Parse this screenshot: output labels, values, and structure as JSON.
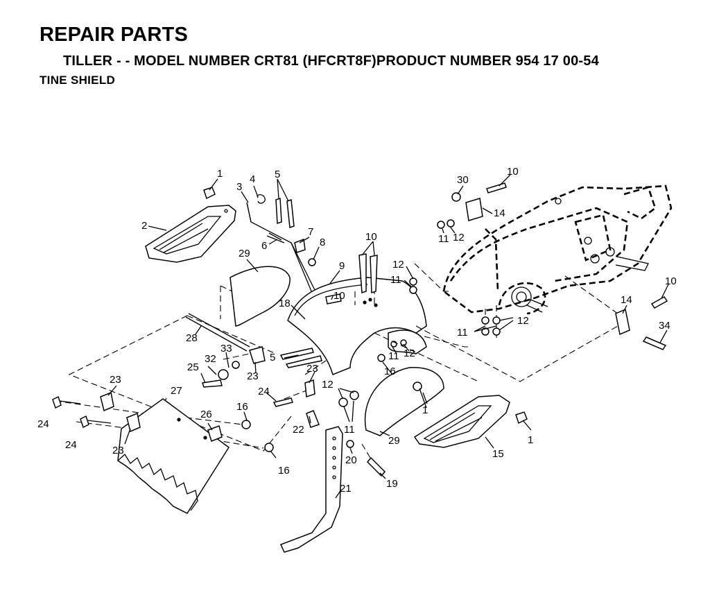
{
  "header": {
    "title": "REPAIR PARTS",
    "subtitle": "TILLER - - MODEL NUMBER CRT81 (HFCRT8F)PRODUCT NUMBER 954 17 00-54",
    "section": "TINE SHIELD"
  },
  "callouts": {
    "c1a": "1",
    "c1b": "1",
    "c1c": "1",
    "c2": "2",
    "c3": "3",
    "c4": "4",
    "c5a": "5",
    "c5b": "5",
    "c6": "6",
    "c7": "7",
    "c8": "8",
    "c9": "9",
    "c10a": "10",
    "c10b": "10",
    "c10c": "10",
    "c10d": "10",
    "c11a": "11",
    "c11b": "11",
    "c11c": "11",
    "c11d": "11",
    "c11e": "11",
    "c12a": "12",
    "c12b": "12",
    "c12c": "12",
    "c12d": "12",
    "c12e": "12",
    "c14a": "14",
    "c14b": "14",
    "c15": "15",
    "c16a": "16",
    "c16b": "16",
    "c16c": "16",
    "c18": "18",
    "c19": "19",
    "c20": "20",
    "c21": "21",
    "c22": "22",
    "c23a": "23",
    "c23b": "23",
    "c23c": "23",
    "c23d": "23",
    "c24a": "24",
    "c24b": "24",
    "c24c": "24",
    "c25": "25",
    "c26": "26",
    "c27": "27",
    "c28": "28",
    "c29a": "29",
    "c29b": "29",
    "c30": "30",
    "c32": "32",
    "c33": "33",
    "c34": "34"
  }
}
